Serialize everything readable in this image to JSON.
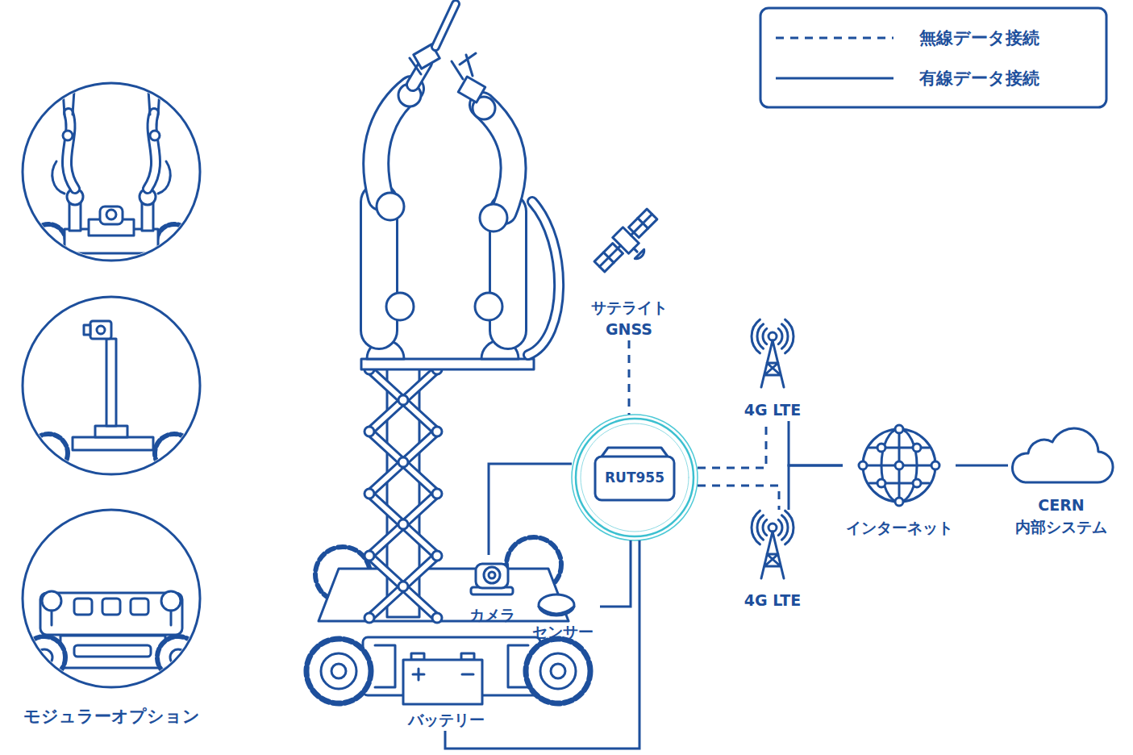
{
  "diagram": {
    "nodes": [
      {
        "text": [
          "サテライト GNSS"
        ]
      },
      {
        "text": [
          "4G LTE"
        ]
      },
      {
        "text": [
          "RUT955"
        ]
      },
      {
        "text": [
          "インターネット"
        ]
      },
      {
        "text": [
          "CERN 内部システム"
        ]
      },
      {
        "text": [
          "4G LTE"
        ]
      },
      {
        "text": [
          "カメラ"
        ]
      },
      {
        "text": [
          "センサー"
        ]
      },
      {
        "text": [
          "バッテリー"
        ]
      }
    ],
    "edges": [
      {
        "from": 0,
        "to": 2,
        "arrow": "none"
      },
      {
        "from": 2,
        "to": 1,
        "arrow": "none"
      },
      {
        "from": 2,
        "to": 5,
        "arrow": "none"
      },
      {
        "from": 1,
        "to": 3,
        "arrow": "none"
      },
      {
        "from": 5,
        "to": 3,
        "arrow": "none"
      },
      {
        "from": 3,
        "to": 4,
        "arrow": "none"
      },
      {
        "from": 6,
        "to": 2,
        "arrow": "none"
      },
      {
        "from": 7,
        "to": 2,
        "arrow": "none"
      },
      {
        "from": 8,
        "to": 2,
        "arrow": "none"
      }
    ],
    "labels": [
      "モジュラーオプション"
    ],
    "legend": [
      {
        "text": "無線データ接続"
      },
      {
        "text": "有線データ接続"
      }
    ]
  }
}
